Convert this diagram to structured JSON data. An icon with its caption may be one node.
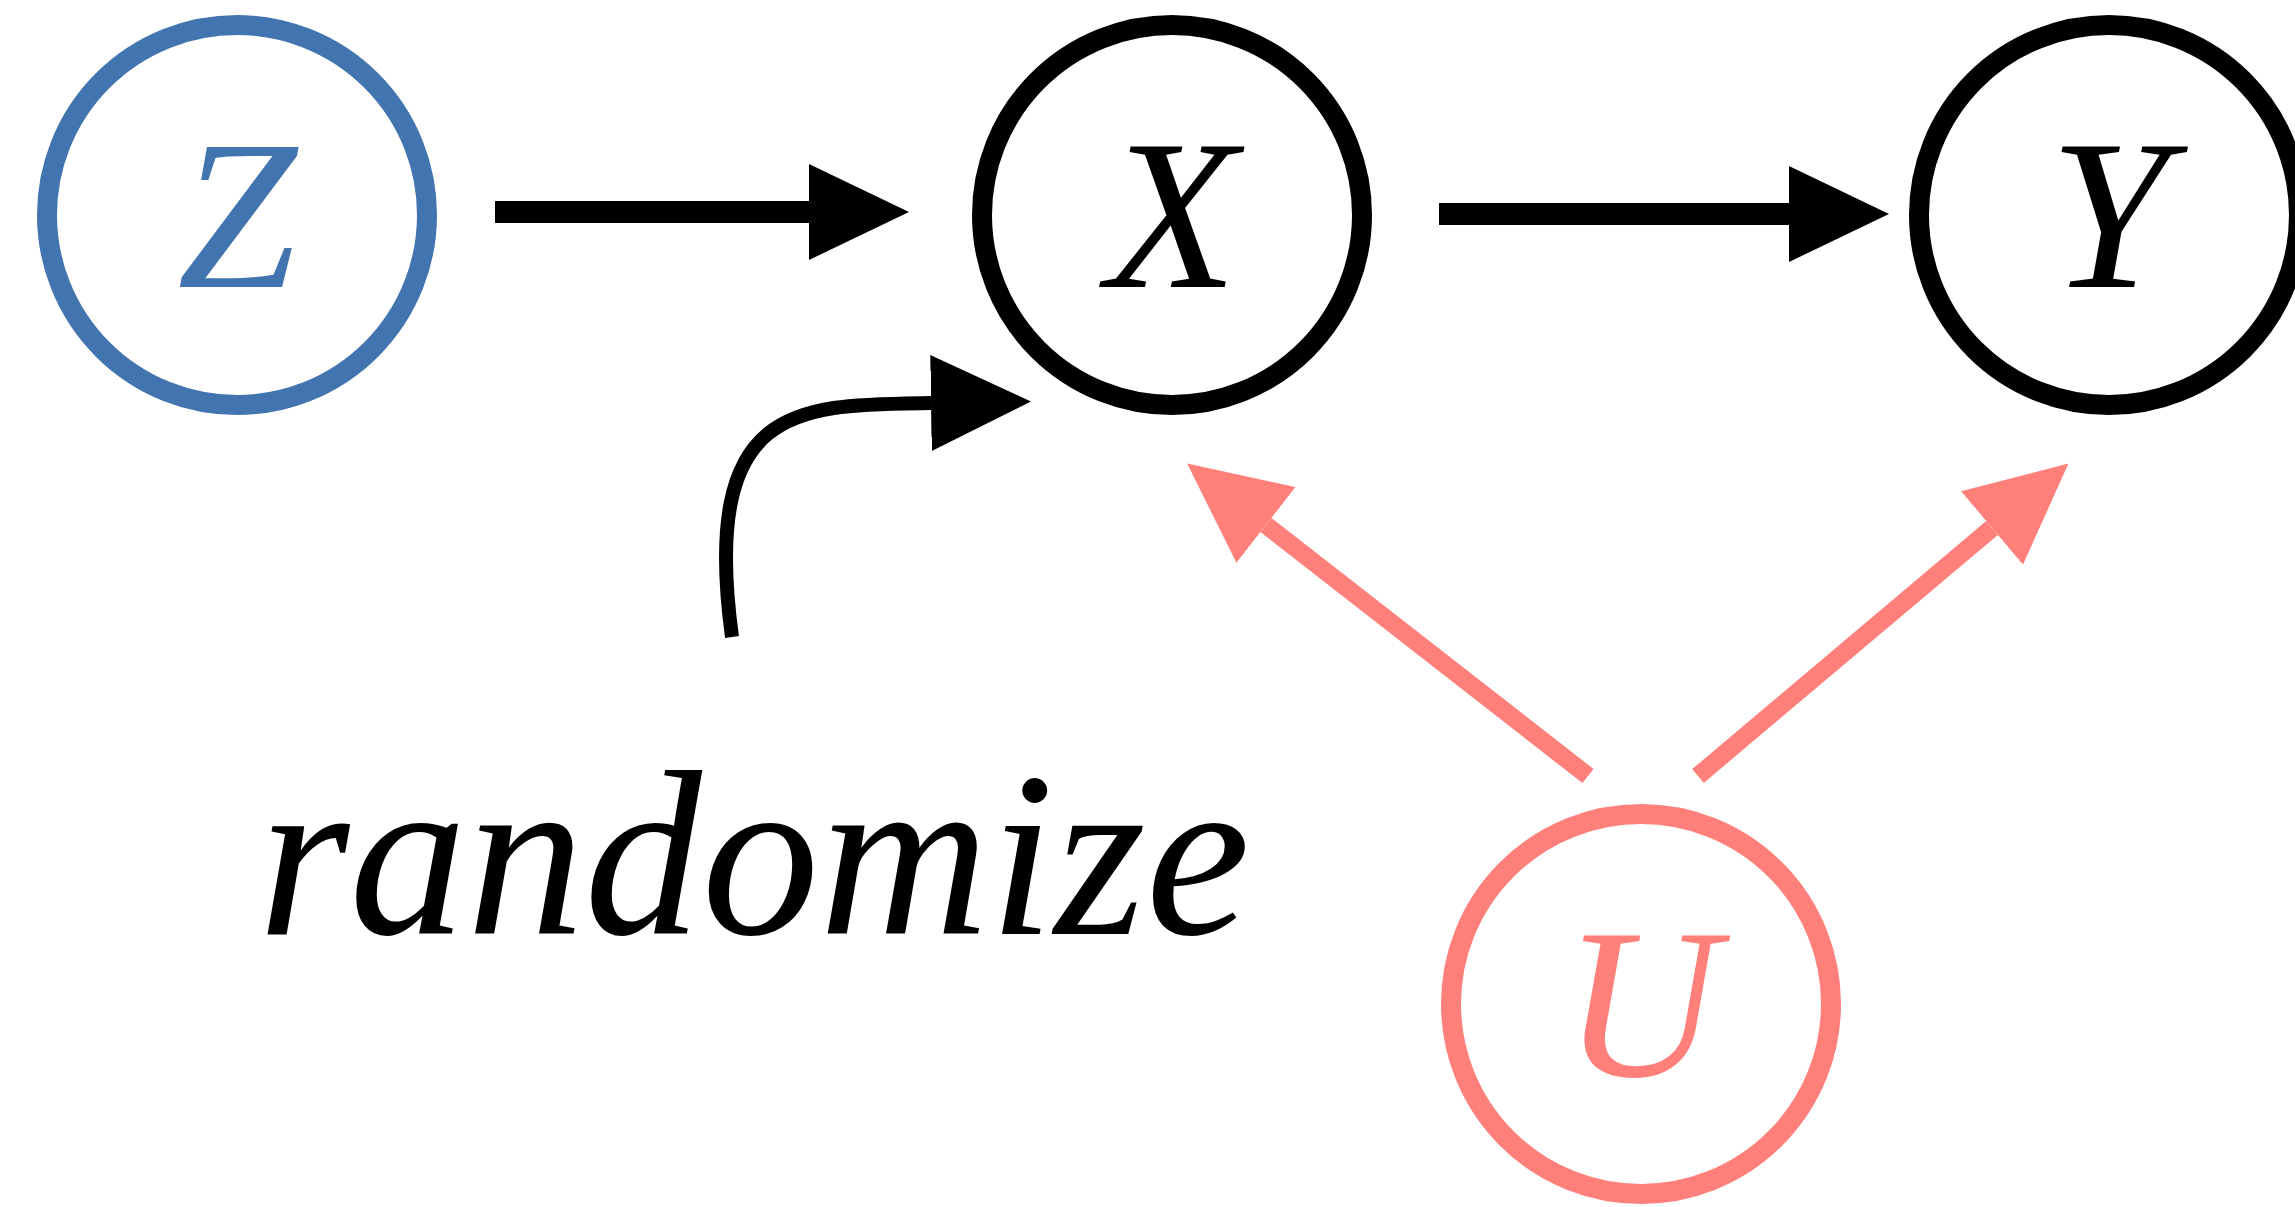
{
  "diagram": {
    "nodes": [
      {
        "text": [
          "Z"
        ]
      },
      {
        "text": [
          "X"
        ]
      },
      {
        "text": [
          "Y"
        ]
      },
      {
        "text": [
          "randomize"
        ]
      },
      {
        "text": [
          "U"
        ]
      }
    ],
    "edges": [
      {
        "from": 0,
        "to": 1,
        "arrow": "to"
      },
      {
        "from": 1,
        "to": 2,
        "arrow": "to"
      },
      {
        "from": 4,
        "to": 1,
        "arrow": "to",
        "color": "#ff7f7a"
      },
      {
        "from": 4,
        "to": 2,
        "arrow": "to",
        "color": "#ff7f7a"
      },
      {
        "from": 3,
        "to": 1,
        "arrow": "to"
      }
    ]
  }
}
